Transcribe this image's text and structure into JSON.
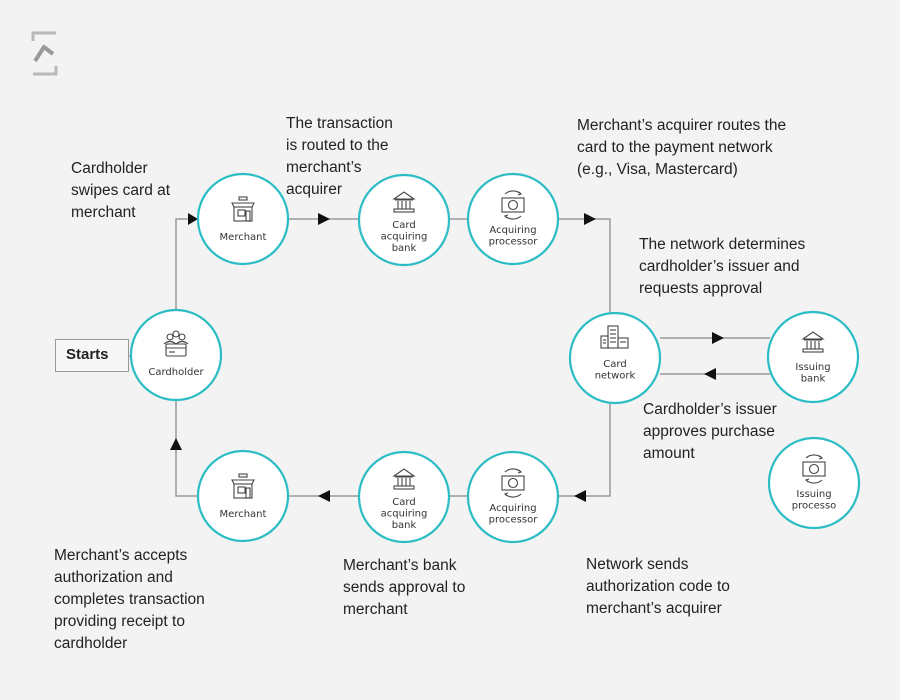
{
  "start_label": "Starts",
  "nodes": {
    "cardholder": "Cardholder",
    "merchant_top": "Merchant",
    "acquiring_bank_top": "Card\nacquiring\nbank",
    "acquiring_processor_top": "Acquiring\nprocessor",
    "card_network": "Card\nnetwork",
    "issuing_bank": "Issuing\nbank",
    "issuing_processor": "Issuing\nprocesso",
    "acquiring_processor_bottom": "Acquiring\nprocessor",
    "acquiring_bank_bottom": "Card\nacquiring\nbank",
    "merchant_bottom": "Merchant"
  },
  "captions": {
    "step1": "Cardholder\nswipes card at\nmerchant",
    "step2": "The transaction\nis routed to the\nmerchant’s\nacquirer",
    "step3": "Merchant’s acquirer routes the\ncard to the payment network\n(e.g., Visa, Mastercard)",
    "step4": "The network determines\ncardholder’s issuer and\nrequests approval",
    "step5": "Cardholder’s issuer\napproves purchase\namount",
    "step6": "Network sends\nauthorization code to\nmerchant’s acquirer",
    "step7": "Merchant’s bank\nsends approval to\nmerchant",
    "step8": "Merchant’s accepts\nauthorization and\ncompletes transaction\nproviding receipt to\ncardholder"
  },
  "colors": {
    "ring": "#2bbcc4",
    "line": "#9a9a9a",
    "arrow": "#111111",
    "icon": "#444444",
    "background": "#f3f3f3"
  }
}
